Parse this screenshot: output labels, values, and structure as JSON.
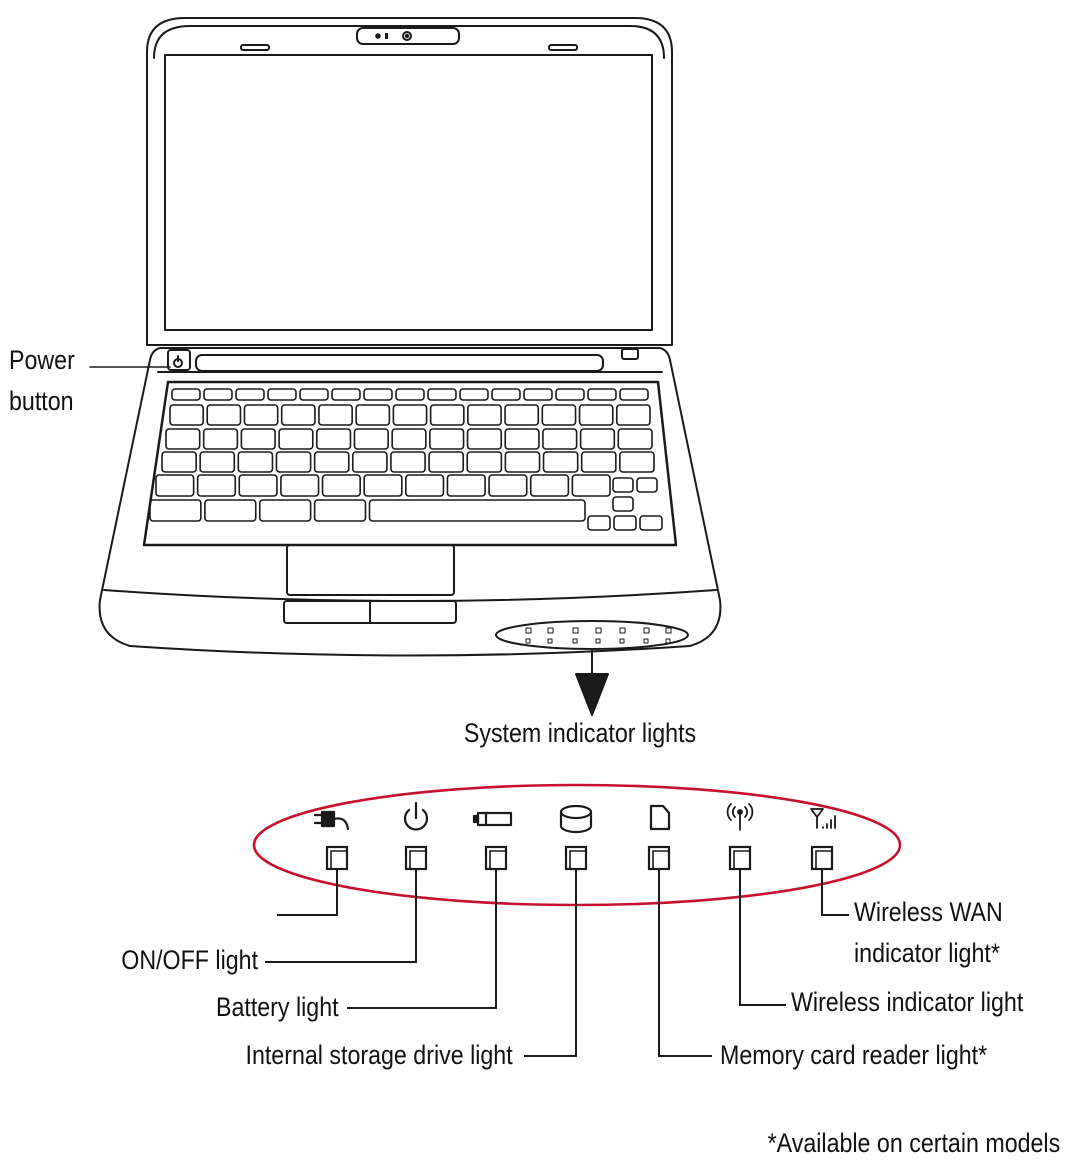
{
  "labels": {
    "power_button_line1": "Power",
    "power_button_line2": "button",
    "system_indicator_lights": "System indicator lights",
    "on_off_light": "ON/OFF light",
    "battery_light": "Battery light",
    "internal_storage_light": "Internal storage drive light",
    "wireless_wan_line1": "Wireless WAN",
    "wireless_wan_line2": "indicator light*",
    "wireless_light": "Wireless indicator light",
    "memory_card_light": "Memory card reader light*",
    "footnote": "*Available on certain models"
  },
  "icons": [
    "ac-power-plug-icon",
    "power-icon",
    "battery-icon",
    "storage-drive-icon",
    "memory-card-icon",
    "wireless-antenna-icon",
    "wireless-wan-signal-icon"
  ],
  "colors": {
    "outline": "#1a1a1a",
    "highlight_ellipse": "#c8102e",
    "background": "#ffffff"
  }
}
